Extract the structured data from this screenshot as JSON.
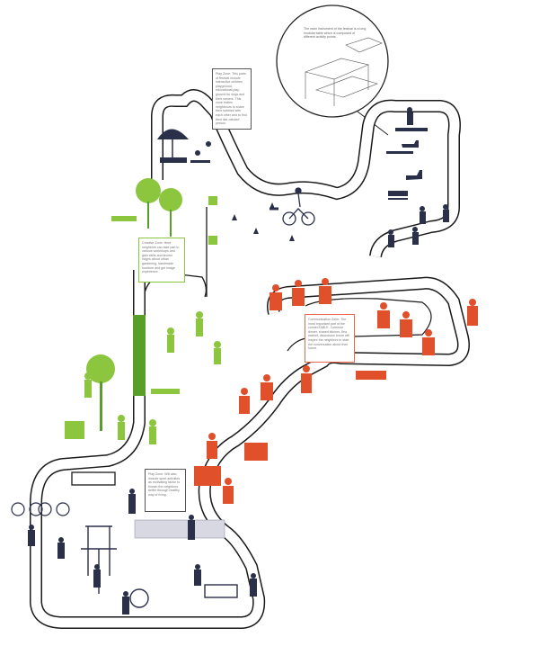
{
  "colors": {
    "track": "#1a1a1a",
    "green": "#8cc63f",
    "dark_green": "#5a9e2a",
    "red": "#e0502a",
    "navy": "#2a2f4a",
    "grey": "#9a9a9a"
  },
  "notes": {
    "table_circle": "The main instrument of the festival is a long modular table which is composed of different activity points.",
    "play_zone_top": "Play Zone: This parts of festival include interactive children playground, educational play-ground for dogs and their owners. This zone invites neighbours to share their hobbies with each other and to find their like-minded person.",
    "creative_zone": "Creative Zone: Here neighbors can take part in various workshops and gain skills and known edges about urban gardening, handmade furniture and get image experience.",
    "communication_zone": "Communication Zone: The most important part of the connecTABLE. Common dinner, shared kitchen, flea market, discussion forum will inspire the neighbors to start the conversation about their future.",
    "play_zone_bottom": "Play Zone: Will also include sport activities as motivating factor to known the neighbors better through healthy way of living."
  }
}
